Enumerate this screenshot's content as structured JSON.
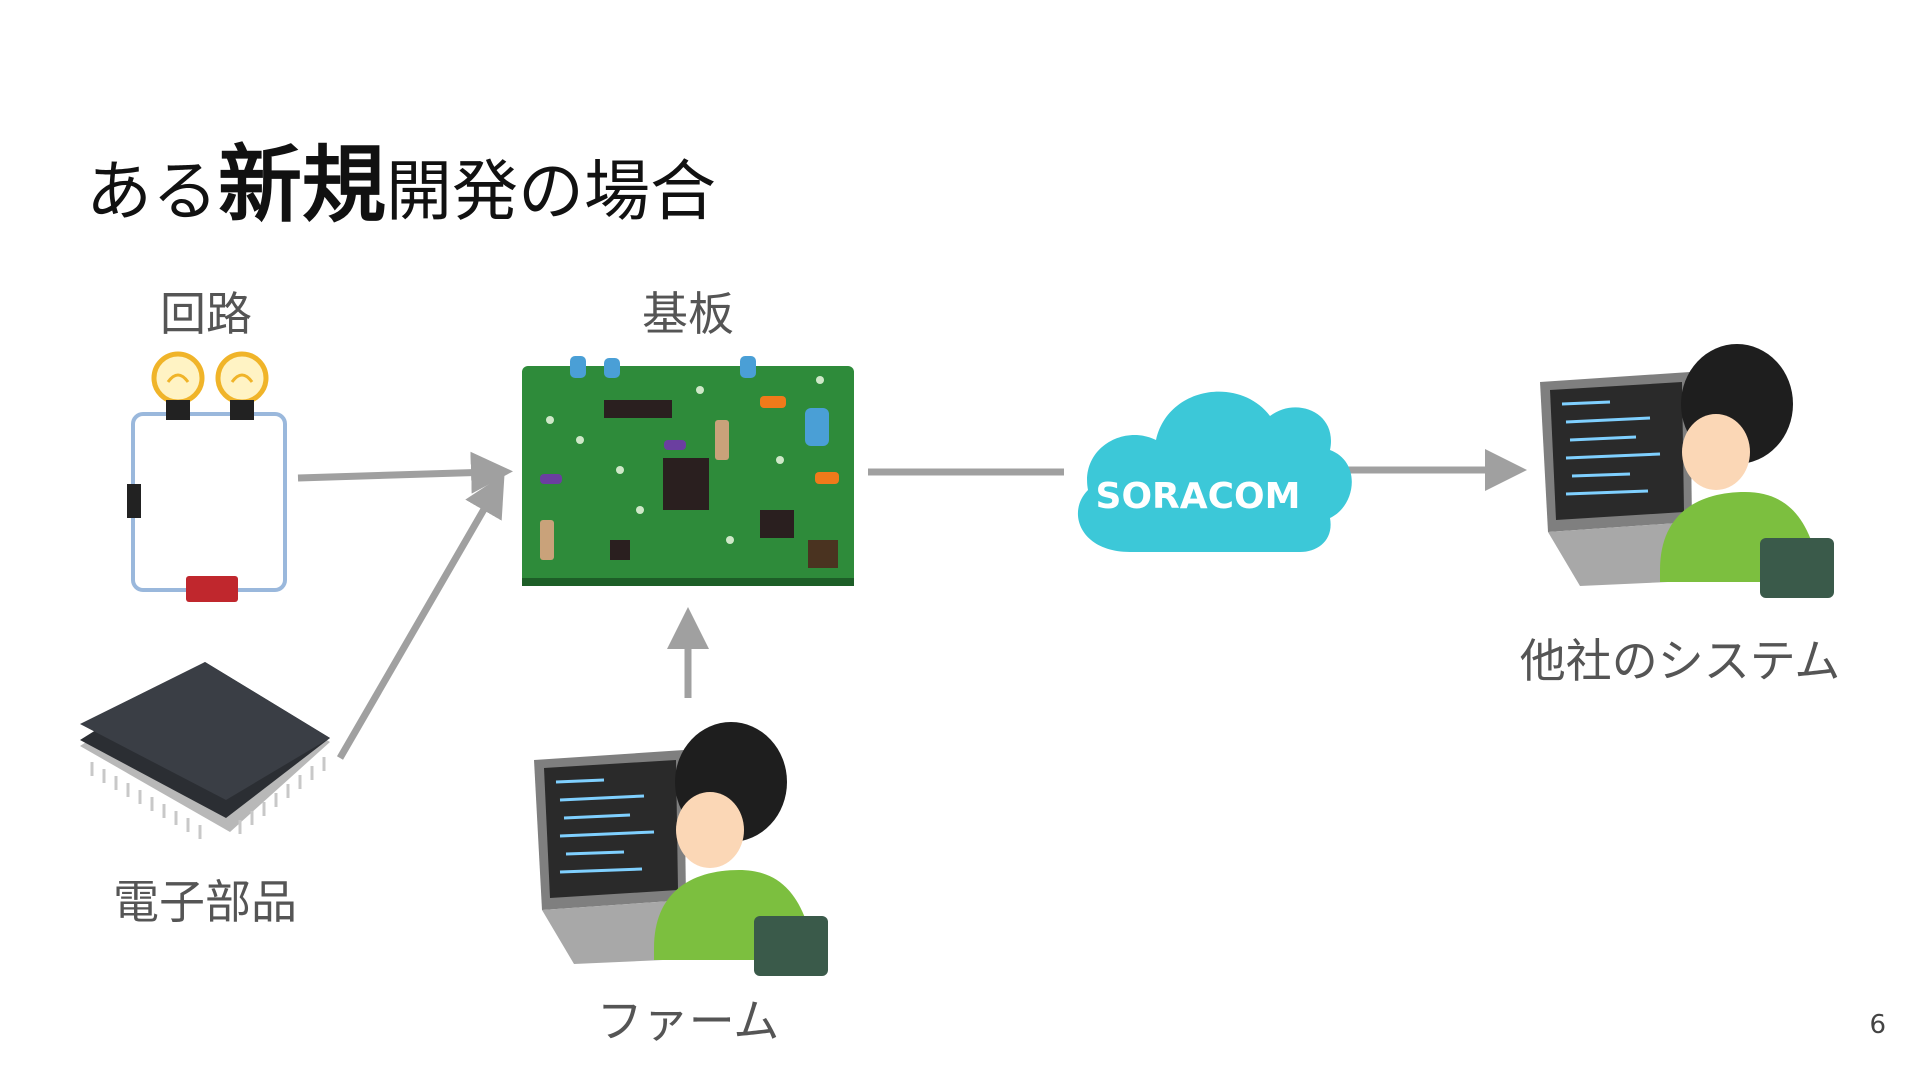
{
  "slide": {
    "title_prefix": "ある",
    "title_emphasis": "新規",
    "title_suffix": "開発の場合",
    "page_number": "6"
  },
  "nodes": {
    "circuit": {
      "label": "回路"
    },
    "board": {
      "label": "基板"
    },
    "component": {
      "label": "電子部品"
    },
    "firmware": {
      "label": "ファーム"
    },
    "cloud": {
      "label": "SORACOM"
    },
    "other_system": {
      "label": "他社のシステム"
    }
  },
  "colors": {
    "arrow": "#a0a0a0",
    "cloud": "#3cc8d8",
    "board_green": "#2e8b3a",
    "shirt_green": "#7cbf3f"
  }
}
